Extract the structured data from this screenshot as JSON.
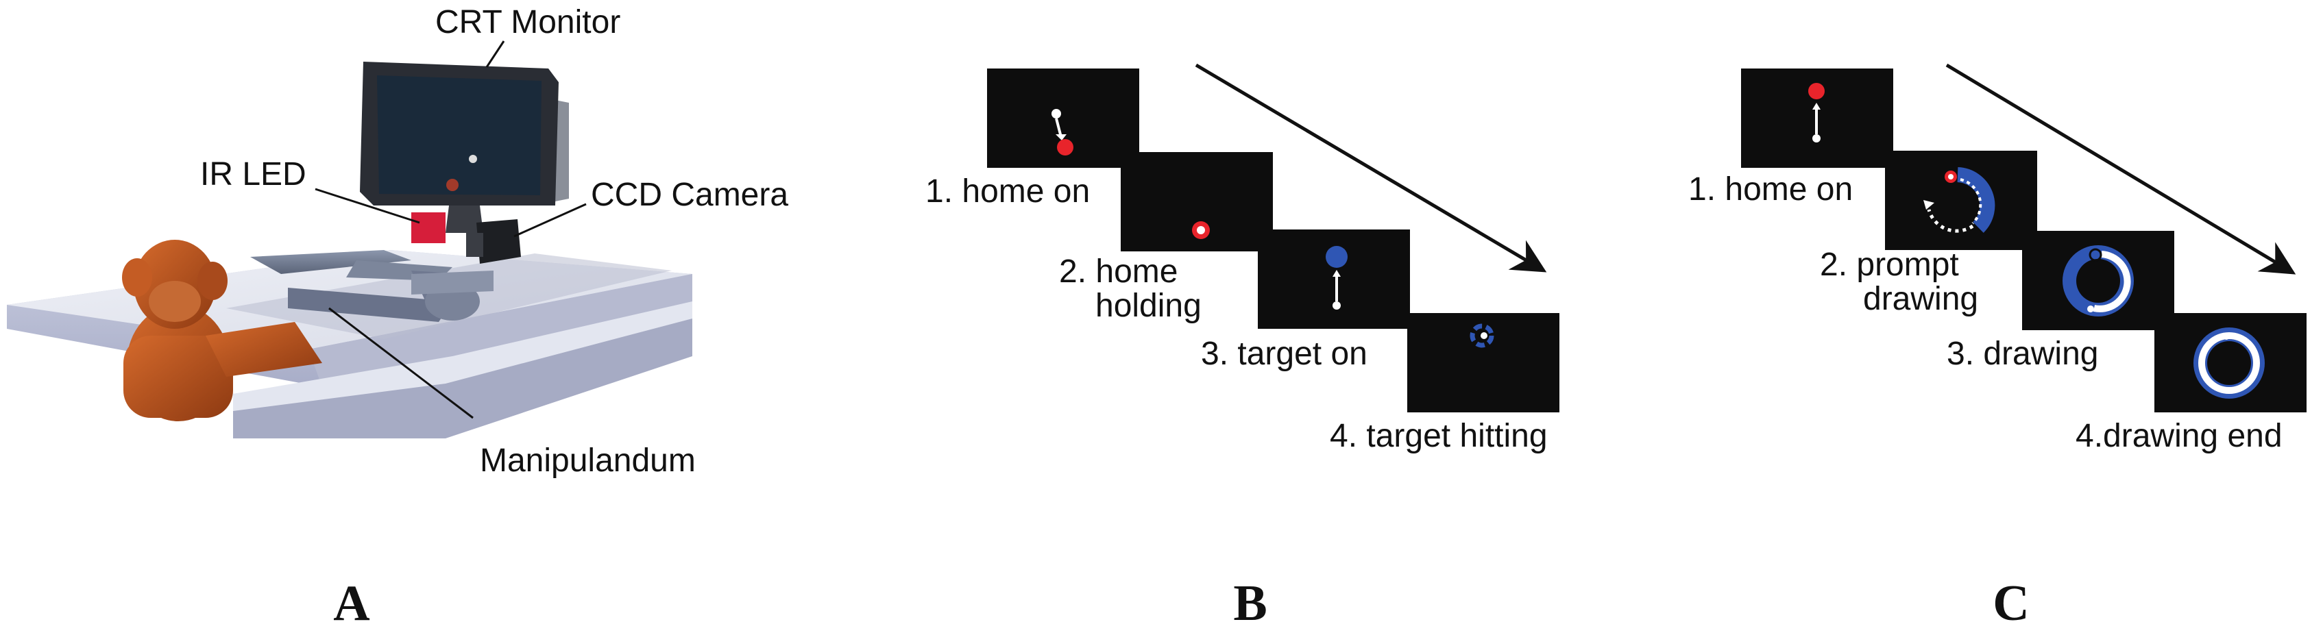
{
  "panelA": {
    "labels": {
      "crt_monitor": "CRT Monitor",
      "ir_led": "IR LED",
      "ccd_camera": "CCD Camera",
      "manipulandum": "Manipulandum"
    },
    "panel_label": "A"
  },
  "panelB": {
    "steps": [
      {
        "number": "1.",
        "text": "home on"
      },
      {
        "number": "2.",
        "text": "home",
        "text2": "holding"
      },
      {
        "number": "3.",
        "text": "target on"
      },
      {
        "number": "4.",
        "text": "target hitting"
      }
    ],
    "panel_label": "B"
  },
  "panelC": {
    "steps": [
      {
        "number": "1.",
        "text": "home on"
      },
      {
        "number": "2.",
        "text": "prompt",
        "text2": "drawing"
      },
      {
        "number": "3.",
        "text": "drawing"
      },
      {
        "number": "4.",
        "text": "drawing end"
      }
    ],
    "panel_label": "C"
  },
  "colors": {
    "screen": "#0d0d0d",
    "red": "#e8242b",
    "blue": "#2f56b4",
    "white": "#ffffff",
    "monkey": "#b8531f"
  }
}
